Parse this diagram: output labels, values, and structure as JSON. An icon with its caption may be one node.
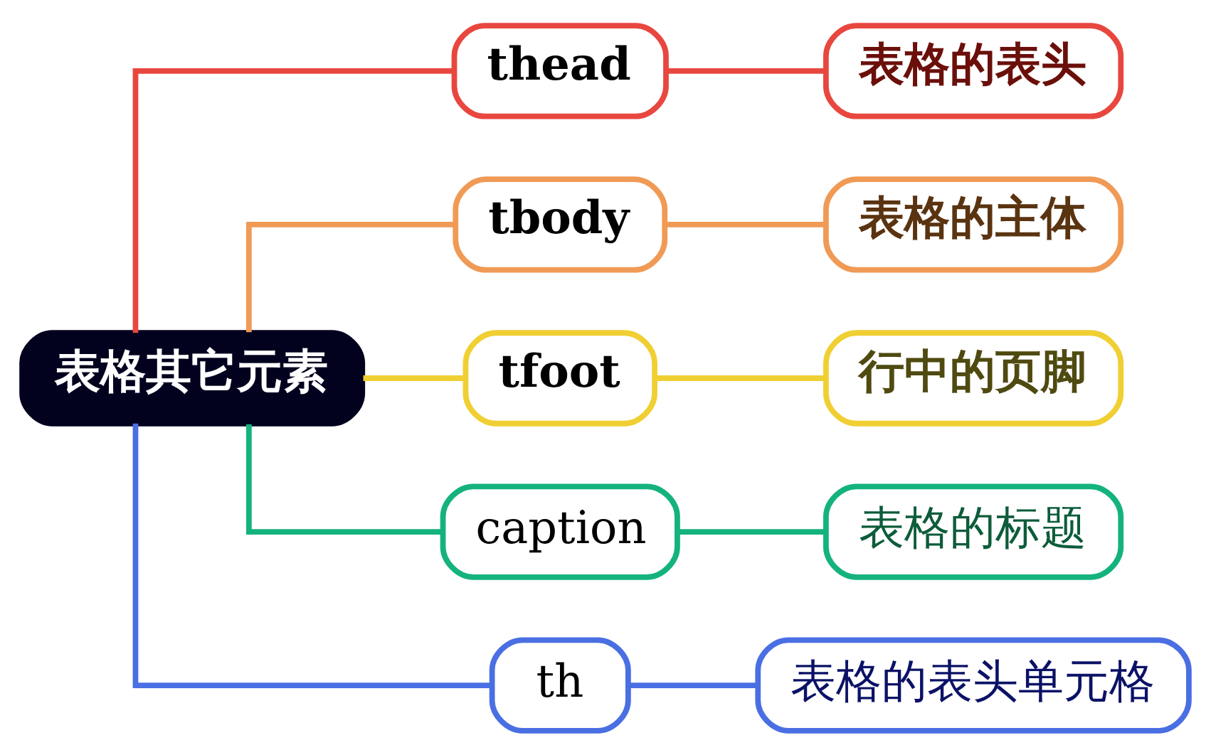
{
  "diagram": {
    "nodes": [
      {
        "text": [
          "表格其它元素"
        ]
      },
      {
        "text": [
          "thead"
        ]
      },
      {
        "text": [
          "表格的表头"
        ]
      },
      {
        "text": [
          "tbody"
        ]
      },
      {
        "text": [
          "表格的主体"
        ]
      },
      {
        "text": [
          "tfoot"
        ]
      },
      {
        "text": [
          "行中的页脚"
        ]
      },
      {
        "text": [
          "caption"
        ]
      },
      {
        "text": [
          "表格的标题"
        ]
      },
      {
        "text": [
          "th"
        ]
      },
      {
        "text": [
          "表格的表头单元格"
        ]
      }
    ],
    "edges": [
      {
        "from": 0,
        "to": 1,
        "arrow": "none",
        "color": "#e8473f"
      },
      {
        "from": 1,
        "to": 2,
        "arrow": "none",
        "color": "#e8473f"
      },
      {
        "from": 0,
        "to": 3,
        "arrow": "none",
        "color": "#f09a55"
      },
      {
        "from": 3,
        "to": 4,
        "arrow": "none",
        "color": "#f09a55"
      },
      {
        "from": 0,
        "to": 5,
        "arrow": "none",
        "color": "#f0cf33"
      },
      {
        "from": 5,
        "to": 6,
        "arrow": "none",
        "color": "#f0cf33"
      },
      {
        "from": 0,
        "to": 7,
        "arrow": "none",
        "color": "#14b37d"
      },
      {
        "from": 7,
        "to": 8,
        "arrow": "none",
        "color": "#14b37d"
      },
      {
        "from": 0,
        "to": 9,
        "arrow": "none",
        "color": "#4a6fe3"
      },
      {
        "from": 9,
        "to": 10,
        "arrow": "none",
        "color": "#4a6fe3"
      }
    ]
  }
}
